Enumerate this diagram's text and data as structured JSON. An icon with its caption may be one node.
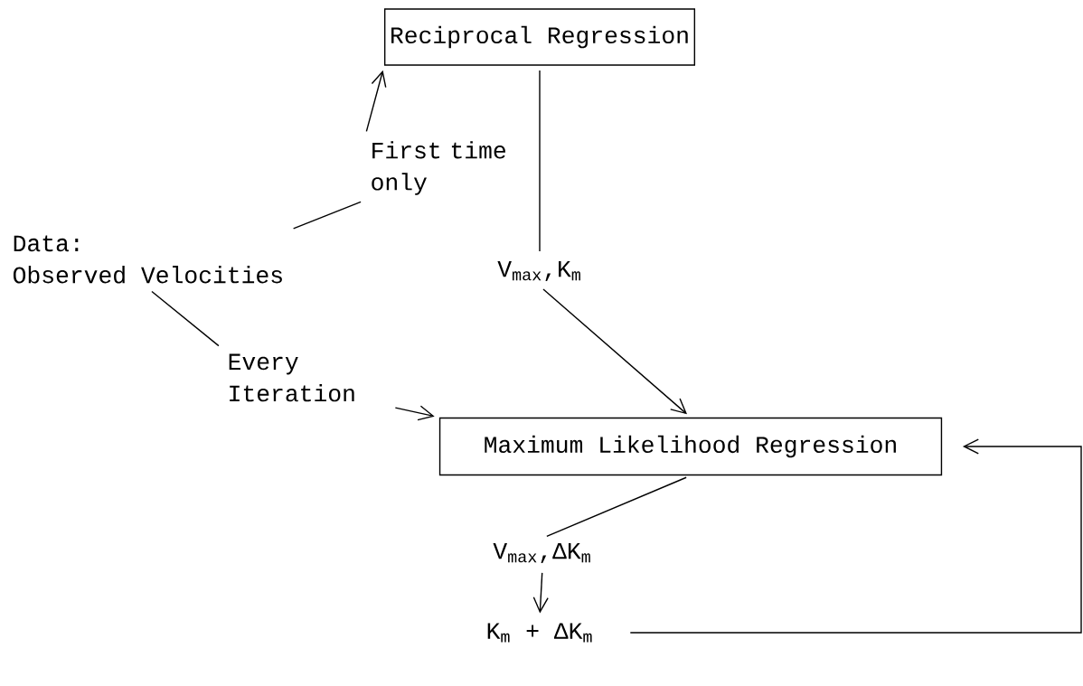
{
  "diagram": {
    "nodes": [
      {
        "text": [
          "Reciprocal Regression"
        ]
      },
      {
        "text": [
          "Data:",
          "Observed Velocities"
        ]
      },
      {
        "text": [
          "First time only"
        ]
      },
      {
        "text": [
          "Every Iteration"
        ]
      },
      {
        "text": [
          "V$_{max}$,K$_{m}$"
        ]
      },
      {
        "text": [
          "Maximum Likelihood Regression"
        ]
      },
      {
        "text": [
          "V$_{max}$,ΔK$_{m}$"
        ]
      },
      {
        "text": [
          "K$_{m}$ + ΔK$_{m}$"
        ]
      }
    ],
    "edges": [
      {
        "from": 1,
        "to": 2,
        "arrow": "none"
      },
      {
        "from": 2,
        "to": 0,
        "arrow": "to"
      },
      {
        "from": 1,
        "to": 3,
        "arrow": "none"
      },
      {
        "from": 3,
        "to": 5,
        "arrow": "to"
      },
      {
        "from": 0,
        "to": 4,
        "arrow": "none"
      },
      {
        "from": 4,
        "to": 5,
        "arrow": "to"
      },
      {
        "from": 5,
        "to": 6,
        "arrow": "none"
      },
      {
        "from": 6,
        "to": 7,
        "arrow": "to"
      },
      {
        "from": 7,
        "to": 5,
        "arrow": "to"
      }
    ]
  }
}
